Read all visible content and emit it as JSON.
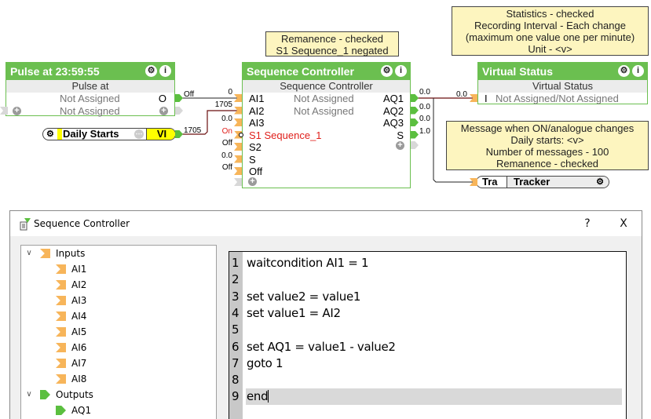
{
  "canvas": {
    "notes": {
      "sequence_note": [
        "Remanence - checked",
        "S1 Sequence_1 negated"
      ],
      "statistics_note": [
        "Statistics - checked",
        "Recording Interval - Each change",
        "(maximum one value one per minute)",
        "Unit - <v>"
      ],
      "tracker_note": [
        "Message when ON/analogue changes",
        "Daily starts: <v>",
        "Number of messages - 100",
        "Remanence - checked"
      ]
    },
    "pulse_block": {
      "title": "Pulse at 23:59:55",
      "subtitle": "Pulse at",
      "rows": [
        {
          "left": "Not Assigned",
          "right": "O"
        },
        {
          "left": "Not Assigned",
          "right": ""
        }
      ],
      "output_value": "Off"
    },
    "daily_starts": {
      "name": "Daily Starts",
      "type": "VI",
      "output_value": "1705"
    },
    "sequence_block": {
      "title": "Sequence Controller",
      "subtitle": "Sequence Controller",
      "inputs": [
        {
          "label": "AI1",
          "value": "0",
          "assigned": "Not Assigned",
          "color": "normal"
        },
        {
          "label": "AI2",
          "value": "1705",
          "assigned": "Not Assigned",
          "color": "normal"
        },
        {
          "label": "AI3",
          "value": "0.0",
          "assigned": "",
          "color": "normal"
        },
        {
          "label": "S1 Sequence_1",
          "value": "On",
          "assigned": "",
          "color": "red"
        },
        {
          "label": "S2",
          "value": "Off",
          "assigned": "",
          "color": "normal"
        },
        {
          "label": "S",
          "value": "0.0",
          "assigned": "",
          "color": "normal"
        },
        {
          "label": "Off",
          "value": "Off",
          "assigned": "",
          "color": "normal"
        }
      ],
      "outputs": [
        {
          "label": "AQ1",
          "value": "0.0"
        },
        {
          "label": "AQ2",
          "value": "0.0"
        },
        {
          "label": "AQ3",
          "value": "0.0"
        },
        {
          "label": "S",
          "value": "1.0"
        }
      ]
    },
    "virtual_status_block": {
      "title": "Virtual Status",
      "subtitle": "Virtual Status",
      "input_label": "I",
      "input_text": "Not Assigned/Not Assigned",
      "input_value": "0.0"
    },
    "tracker": {
      "short": "Tra",
      "name": "Tracker"
    }
  },
  "dialog": {
    "title": "Sequence Controller",
    "help_label": "?",
    "close_label": "X",
    "tree": {
      "inputs_label": "Inputs",
      "inputs": [
        "AI1",
        "AI2",
        "AI3",
        "AI4",
        "AI5",
        "AI6",
        "AI7",
        "AI8"
      ],
      "outputs_label": "Outputs",
      "outputs": [
        "AQ1"
      ]
    },
    "editor": {
      "lines": [
        {
          "n": "1",
          "text": "waitcondition AI1 = 1"
        },
        {
          "n": "2",
          "text": ""
        },
        {
          "n": "3",
          "text": "set value2 = value1"
        },
        {
          "n": "4",
          "text": "set value1 = AI2"
        },
        {
          "n": "5",
          "text": ""
        },
        {
          "n": "6",
          "text": "set AQ1 = value1 - value2"
        },
        {
          "n": "7",
          "text": "goto 1"
        },
        {
          "n": "8",
          "text": ""
        },
        {
          "n": "9",
          "text": "end"
        }
      ],
      "current_line": 9
    }
  },
  "colors": {
    "block_green": "#6bbf50",
    "input_port": "#f7b55a",
    "output_port": "#5bbf3f",
    "note_bg": "#fdf5bf",
    "highlight_yellow": "#ffff00",
    "wire_dark_red": "#6b0f0f",
    "negated_red": "#e0201c"
  }
}
